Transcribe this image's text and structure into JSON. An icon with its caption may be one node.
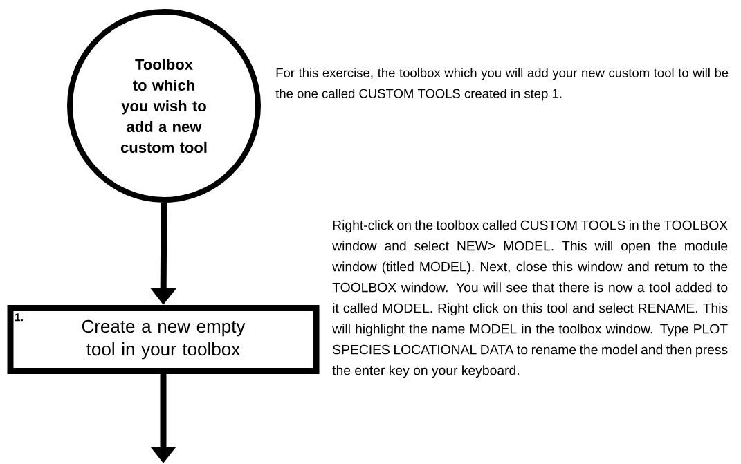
{
  "diagram": {
    "nodes": [
      {
        "text": [
          "Toolbox to which you wish to add a new custom tool"
        ]
      },
      {
        "text": [
          "1.",
          "Create a new empty tool in your toolbox"
        ]
      }
    ],
    "edges": [
      {
        "from": 0,
        "to": 1,
        "arrow": "to"
      },
      {
        "from": 1,
        "to": null,
        "arrow": "to"
      }
    ],
    "labels": [
      "For this exercise, the toolbox which you will add your new custom tool to will be the one called CUSTOM TOOLS created in step 1.",
      "Right-click on the toolbox called CUSTOM TOOLS in the TOOLBOX window and select NEW> MODEL. This will open the module window (titled MODEL). Next, close this window and retum to the TOOLBOX window. You will see that there is now a tool added to it called MODEL. Right click on this tool and select RENAME. This will highlight the name MODEL in the toolbox window. Type PLOT SPECIES LOCATIONAL DATA to rename the model and then press the enter key on your keyboard."
    ]
  }
}
